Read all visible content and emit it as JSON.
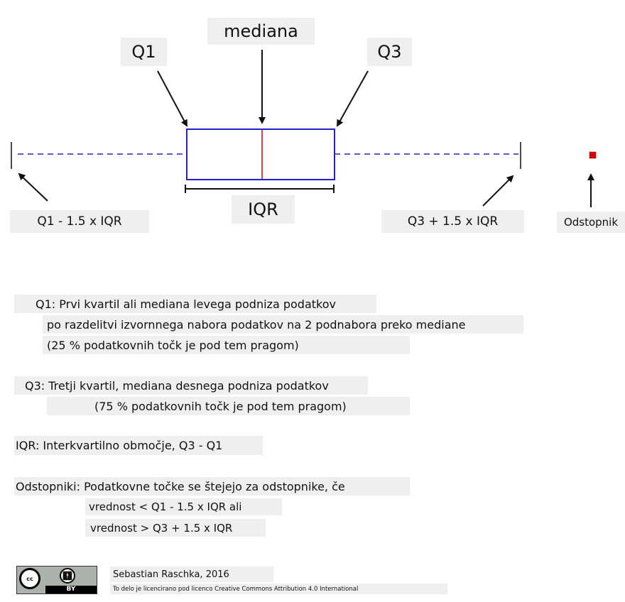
{
  "diagram": {
    "median_label": "mediana",
    "q1_label": "Q1",
    "q3_label": "Q3",
    "iqr_label": "IQR",
    "lower_fence_label": "Q1 - 1.5 x IQR",
    "upper_fence_label": "Q3 + 1.5 x IQR",
    "outlier_label": "Odstopnik",
    "colors": {
      "box": "#2222cc",
      "median": "#dd0000",
      "outlier": "#dd0000",
      "label_bg": "#efefef"
    }
  },
  "legend": {
    "q1_lines": [
      "Q1: Prvi kvartil ali mediana levega podniza podatkov",
      "po razdelitvi izvornnega nabora podatkov na 2 podnabora preko mediane",
      "(25 % podatkovnih točk je pod tem pragom)"
    ],
    "q3_lines": [
      "Q3: Tretji kvartil, mediana desnega podniza podatkov",
      "(75 % podatkovnih točk je pod tem pragom)"
    ],
    "iqr_line": "IQR: Interkvartilno območje, Q3 - Q1",
    "outlier_lines": [
      "Odstopniki: Podatkovne točke se štejejo za odstopnike, če",
      "vrednost < Q1 - 1.5 x IQR ali",
      "vrednost > Q3 + 1.5 x IQR"
    ]
  },
  "footer": {
    "cc": "cc",
    "by": "BY",
    "author": "Sebastian Raschka, 2016",
    "license": "To delo je licencirano pod licenco Creative Commons Attribution 4.0 International"
  }
}
